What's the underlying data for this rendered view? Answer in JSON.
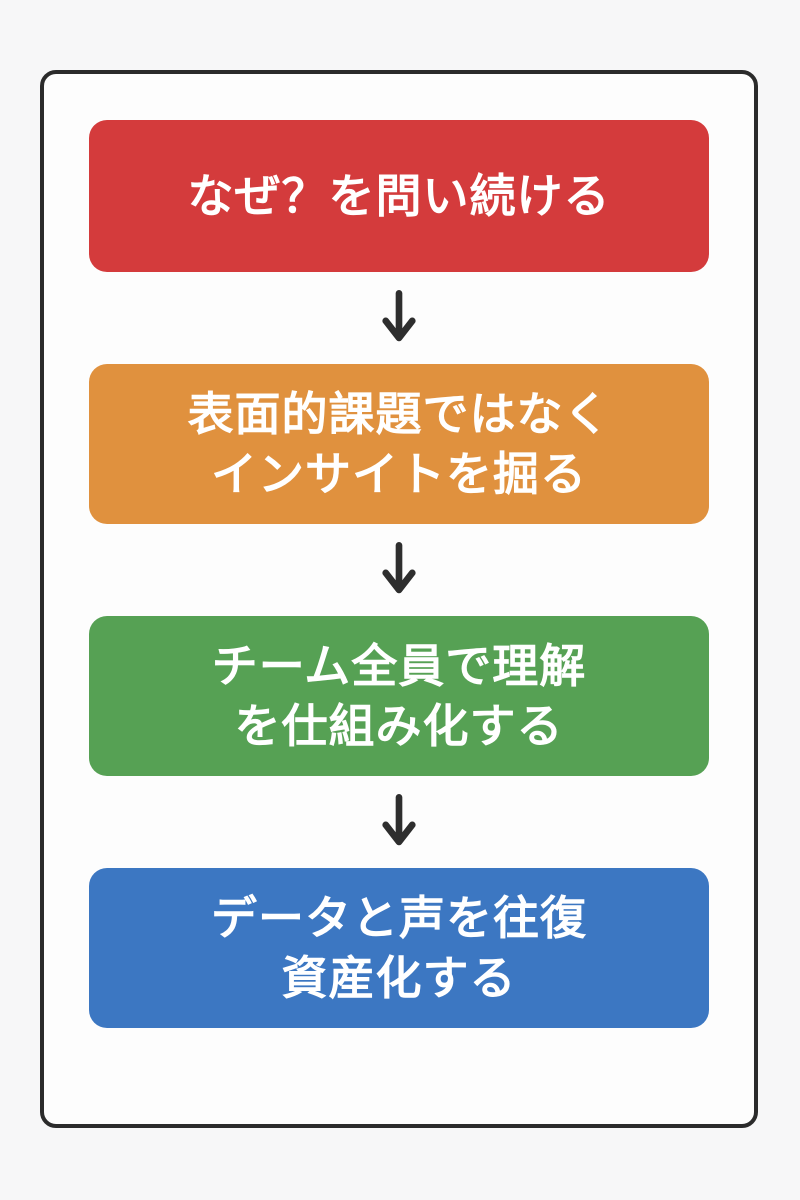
{
  "diagram": {
    "background_color": "#f7f7f8",
    "frame": {
      "border_color": "#2b2b2b",
      "fill_color": "#fdfdfd"
    },
    "arrow": {
      "glyph": "↓",
      "color": "#2e2e2e"
    },
    "steps": [
      {
        "color": "#d43b3c",
        "text_color": "#ffffff",
        "lines": [
          "なぜ？を問い続ける"
        ]
      },
      {
        "color": "#e0913e",
        "text_color": "#ffffff",
        "lines": [
          "表面的課題ではなく",
          "インサイトを掘る"
        ]
      },
      {
        "color": "#56a154",
        "text_color": "#ffffff",
        "lines": [
          "チーム全員で理解",
          "を仕組み化する"
        ]
      },
      {
        "color": "#3c77c2",
        "text_color": "#ffffff",
        "lines": [
          "データと声を往復",
          "資産化する"
        ]
      }
    ]
  }
}
